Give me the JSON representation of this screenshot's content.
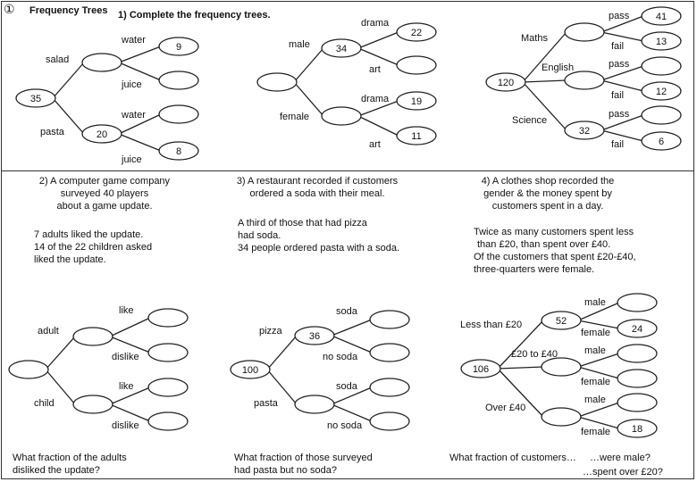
{
  "header": {
    "badge": "①",
    "title": "Frequency Trees",
    "instruction": "1) Complete the frequency trees."
  },
  "trees": {
    "t1": {
      "root": "35",
      "labels": [
        "salad",
        "pasta",
        "water",
        "juice",
        "water",
        "juice"
      ],
      "nodes": {
        "salad": "",
        "pasta": "20",
        "salad_water": "9",
        "salad_juice": "",
        "pasta_water": "",
        "pasta_juice": "8"
      }
    },
    "t2": {
      "root": "",
      "labels": [
        "male",
        "female",
        "drama",
        "art",
        "drama",
        "art"
      ],
      "nodes": {
        "male": "34",
        "female": "",
        "male_drama": "22",
        "male_art": "",
        "female_drama": "19",
        "female_art": "11"
      }
    },
    "t3": {
      "root": "120",
      "labels": [
        "Maths",
        "English",
        "Science",
        "pass",
        "fail",
        "pass",
        "fail",
        "pass",
        "fail"
      ],
      "nodes": {
        "maths": "",
        "english": "",
        "science": "32",
        "maths_pass": "41",
        "maths_fail": "13",
        "english_pass": "",
        "english_fail": "12",
        "science_pass": "",
        "science_fail": "6"
      }
    },
    "t4": {
      "root": "",
      "labels": [
        "adult",
        "child",
        "like",
        "dislike",
        "like",
        "dislike"
      ],
      "nodes": {
        "adult": "",
        "child": "",
        "adult_like": "",
        "adult_dislike": "",
        "child_like": "",
        "child_dislike": ""
      }
    },
    "t5": {
      "root": "100",
      "labels": [
        "pizza",
        "pasta",
        "soda",
        "no soda",
        "soda",
        "no soda"
      ],
      "nodes": {
        "pizza": "36",
        "pasta": "",
        "pizza_soda": "",
        "pizza_nosoda": "",
        "pasta_soda": "",
        "pasta_nosoda": ""
      }
    },
    "t6": {
      "root": "106",
      "labels": [
        "Less than £20",
        "£20 to £40",
        "Over £40",
        "male",
        "female",
        "male",
        "female",
        "male",
        "female"
      ],
      "nodes": {
        "lt20": "52",
        "mid": "",
        "over40": "",
        "lt20_male": "",
        "lt20_female": "24",
        "mid_male": "",
        "mid_female": "",
        "over_male": "",
        "over_female": "18"
      }
    }
  },
  "q2": {
    "heading": [
      "2) A computer game company",
      "surveyed 40 players",
      "about a game update."
    ],
    "facts": [
      "7 adults liked the update.",
      "14 of the 22 children asked",
      "liked the update."
    ],
    "question": [
      "What fraction of the adults",
      "disliked the update?"
    ]
  },
  "q3": {
    "heading": [
      "3) A restaurant recorded if customers",
      "ordered a soda with their meal."
    ],
    "facts": [
      "A third of those that had pizza",
      "had soda.",
      "34 people ordered pasta with a soda."
    ],
    "question": [
      "What fraction of those surveyed",
      "had pasta but no soda?"
    ]
  },
  "q4": {
    "heading": [
      "4) A clothes shop recorded the",
      "gender & the money spent by",
      "customers spent in a day."
    ],
    "facts": [
      "Twice as many customers spent less",
      "than £20, than spent over £40.",
      "Of the customers that spent £20-£40,",
      "three-quarters were female."
    ],
    "question_a": "What fraction of customers…",
    "question_b": "…were male?",
    "question_c": "…spent over £20?"
  }
}
